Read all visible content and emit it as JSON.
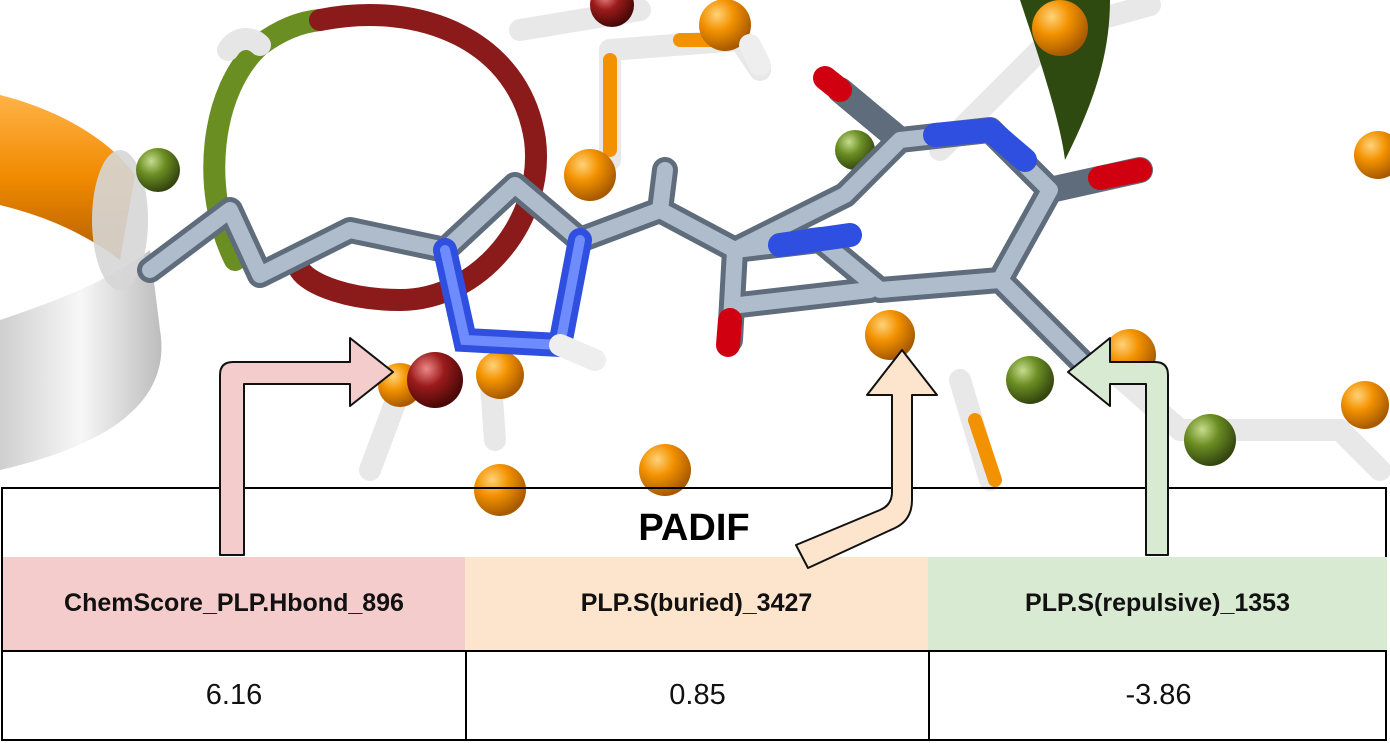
{
  "table": {
    "title": "PADIF",
    "headers": [
      "ChemScore_PLP.Hbond_896",
      "PLP.S(buried)_3427",
      "PLP.S(repulsive)_1353"
    ],
    "values": [
      "6.16",
      "0.85",
      "-3.86"
    ]
  },
  "colors": {
    "hbond": "#f4cccc",
    "buried": "#fde5cd",
    "repulsive": "#d9ead3",
    "orange_atom": "#f39200",
    "green_atom": "#6b8e23",
    "dark_red": "#8b1a1a",
    "ligand_bond": "#9aa9bb",
    "nitrogen": "#3a5bf0",
    "oxygen": "#e0000f"
  }
}
